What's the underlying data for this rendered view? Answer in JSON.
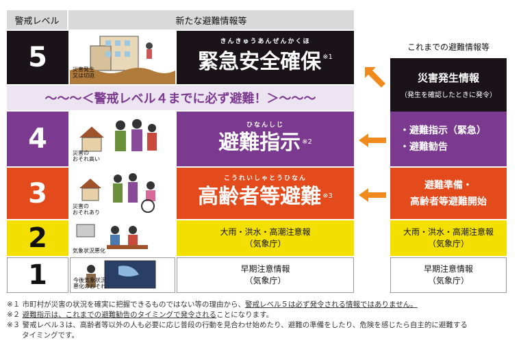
{
  "header": {
    "level_label": "警戒レベル",
    "new_info_label": "新たな避難情報等",
    "old_info_label": "これまでの避難情報等"
  },
  "banner": "〜〜〜＜警戒レベル４までに必ず避難！＞〜〜〜",
  "levels": [
    {
      "num": "5",
      "caption": [
        "災害発生",
        "又は切迫"
      ],
      "ruby": "きんきゅうあんぜんかくほ",
      "title": "緊急安全確保",
      "note": "※1",
      "old_lines": [
        "災害発生情報"
      ],
      "old_sub": "（発生を確認したときに発令）"
    },
    {
      "num": "4",
      "caption": [
        "災害の",
        "おそれ高い"
      ],
      "ruby": "ひなんしじ",
      "title": "避難指示",
      "note": "※2",
      "old_lines": [
        "・避難指示（緊急）",
        "・避難勧告"
      ]
    },
    {
      "num": "3",
      "caption": [
        "災害の",
        "おそれあり"
      ],
      "ruby": "こうれいしゃとうひなん",
      "title": "高齢者等避難",
      "note": "※3",
      "old_lines": [
        "避難準備・",
        "高齢者等避難開始"
      ]
    },
    {
      "num": "2",
      "caption": [
        "気象状況悪化"
      ],
      "new_lines": [
        "大雨・洪水・高潮注意報",
        "（気象庁）"
      ],
      "old_lines": [
        "大雨・洪水・高潮注意報",
        "（気象庁）"
      ]
    },
    {
      "num": "1",
      "caption": [
        "今後気象状況",
        "悪化のおそれ"
      ],
      "new_lines": [
        "早期注意情報",
        "（気象庁）"
      ],
      "old_lines": [
        "早期注意情報",
        "（気象庁）"
      ]
    }
  ],
  "footnotes": {
    "n1_mark": "※１",
    "n1_a": "市町村が災害の状況を確実に把握できるものではない等の理由から、",
    "n1_b": "警戒レベル５は必ず発令される情報ではありません。",
    "n2_mark": "※２",
    "n2_a": "避難指示は、これまでの避難勧告のタイミングで発令される",
    "n2_b": "ことになります。",
    "n3_mark": "※３",
    "n3_a": "警戒レベル３は、高齢者等以外の人も必要に応じ普段の行動を見合わせ始めたり、避難の準備をしたり、危険を感じたら自主的に避難する",
    "n3_b": "タイミングです。"
  },
  "colors": {
    "level5": "#1a1418",
    "level4": "#7b3a8f",
    "level3": "#e34a1c",
    "level2": "#f3e000",
    "banner": "#ede4f1",
    "arrow": "#f08a1c"
  }
}
